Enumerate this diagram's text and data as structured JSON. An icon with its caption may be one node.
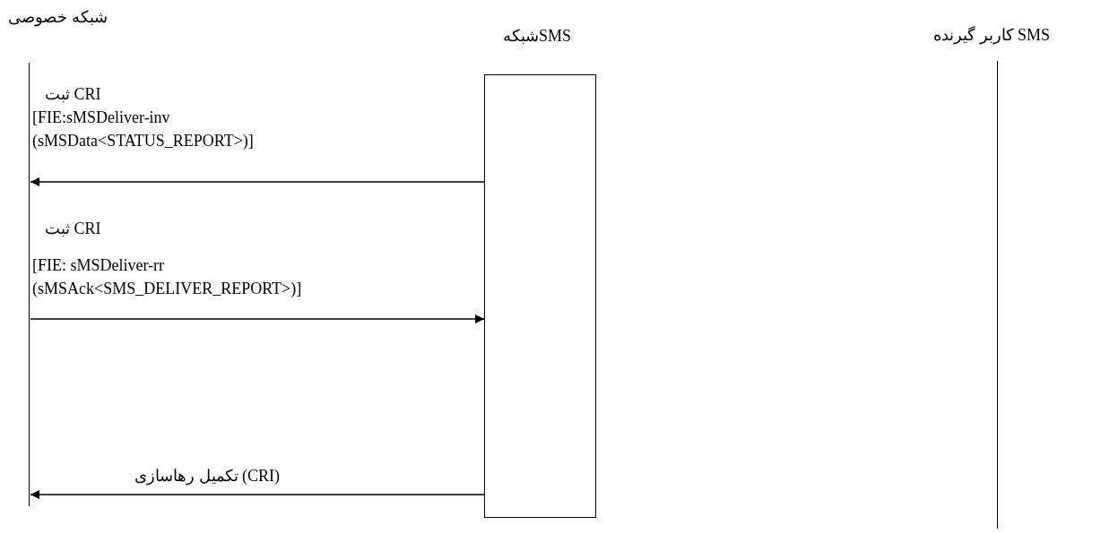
{
  "diagram": {
    "nodes": [
      {
        "text": [
          "شبکه خصوصی"
        ]
      },
      {
        "text": [
          "شبکهSMS"
        ]
      },
      {
        "text": [
          "کاربر گیرنده SMS"
        ]
      }
    ],
    "edges": [
      {
        "from": 1,
        "to": 0,
        "arrow": "to",
        "label": "[FIE:sMSDeliver-inv (sMSData<STATUS_REPORT>)]"
      },
      {
        "from": 0,
        "to": 1,
        "arrow": "to",
        "label": "[FIE: sMSDeliver-rr (sMSAck<SMS_DELIVER_REPORT>)]"
      },
      {
        "from": 1,
        "to": 0,
        "arrow": "to",
        "label": "تکمیل رهاسازی (CRI)"
      }
    ],
    "labels": [
      "ثبت CRI",
      "ثبت CRI"
    ]
  }
}
